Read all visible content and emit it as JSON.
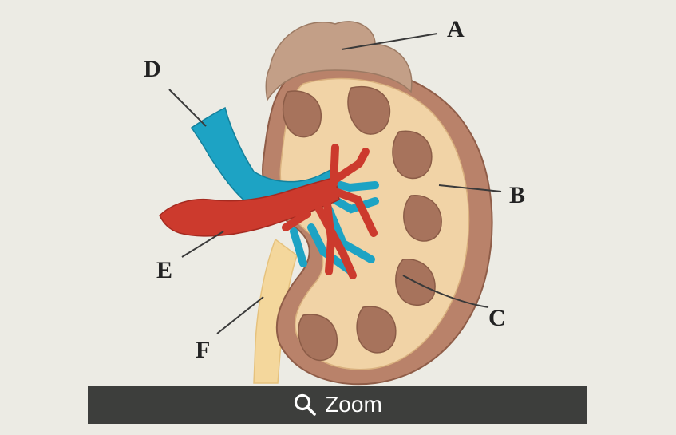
{
  "labels": {
    "a": "A",
    "b": "B",
    "c": "C",
    "d": "D",
    "e": "E",
    "f": "F"
  },
  "zoom_button": {
    "label": "Zoom",
    "icon": "magnifier-icon"
  },
  "colors": {
    "background": "#ecebe4",
    "adrenal": "#c39f87",
    "cortex": "#b07a5e",
    "medulla_pyramids": "#9b6e59",
    "pelvis": "#f3dba8",
    "vein": "#1da3c4",
    "artery": "#cc3a2d",
    "ureter": "#f4d79c",
    "bar": "#3d3e3c"
  }
}
